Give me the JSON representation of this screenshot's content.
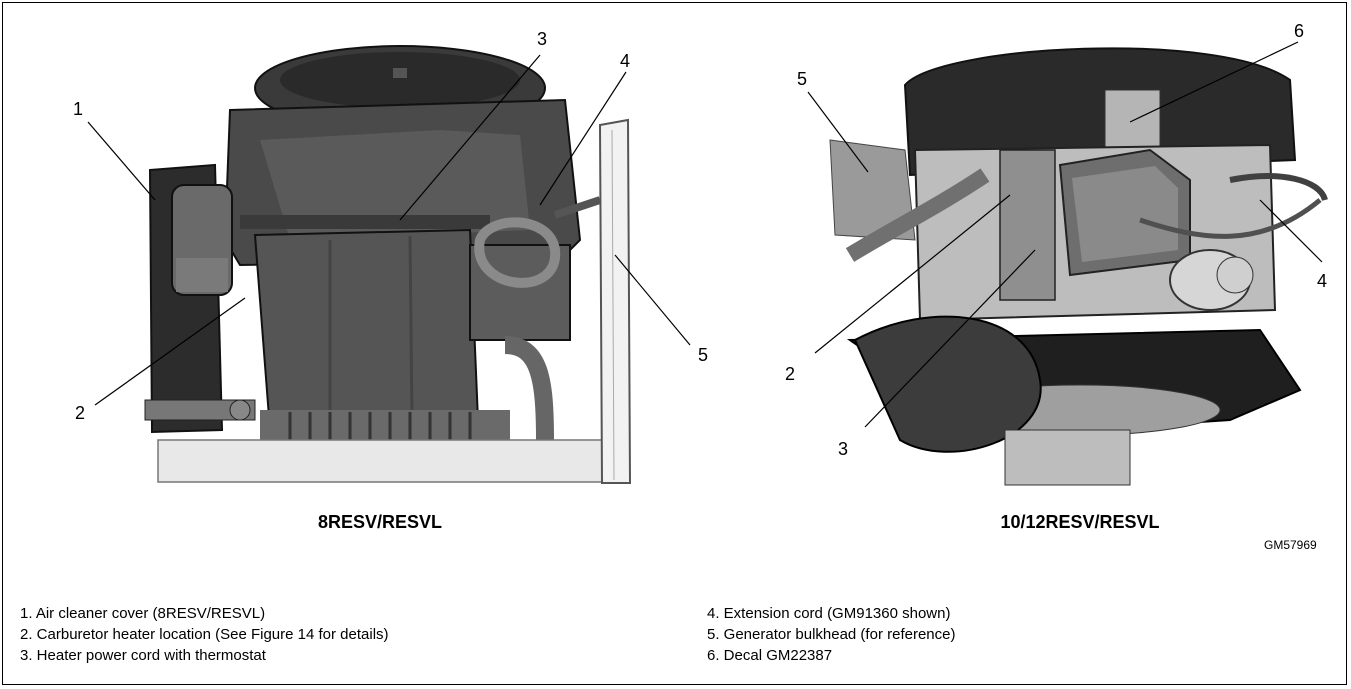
{
  "left_figure": {
    "title": "8RESV/RESVL",
    "callouts": [
      "1",
      "2",
      "3",
      "4",
      "5"
    ]
  },
  "right_figure": {
    "title": "10/12RESV/RESVL",
    "callouts": [
      "5",
      "6",
      "2",
      "3",
      "4"
    ]
  },
  "figure_id": "GM57969",
  "legend": {
    "left": [
      "1. Air cleaner cover (8RESV/RESVL)",
      "2. Carburetor heater location (See Figure 14 for details)",
      "3. Heater power cord with thermostat"
    ],
    "right": [
      "4. Extension cord (GM91360 shown)",
      "5. Generator bulkhead (for reference)",
      "6. Decal GM22387"
    ]
  }
}
